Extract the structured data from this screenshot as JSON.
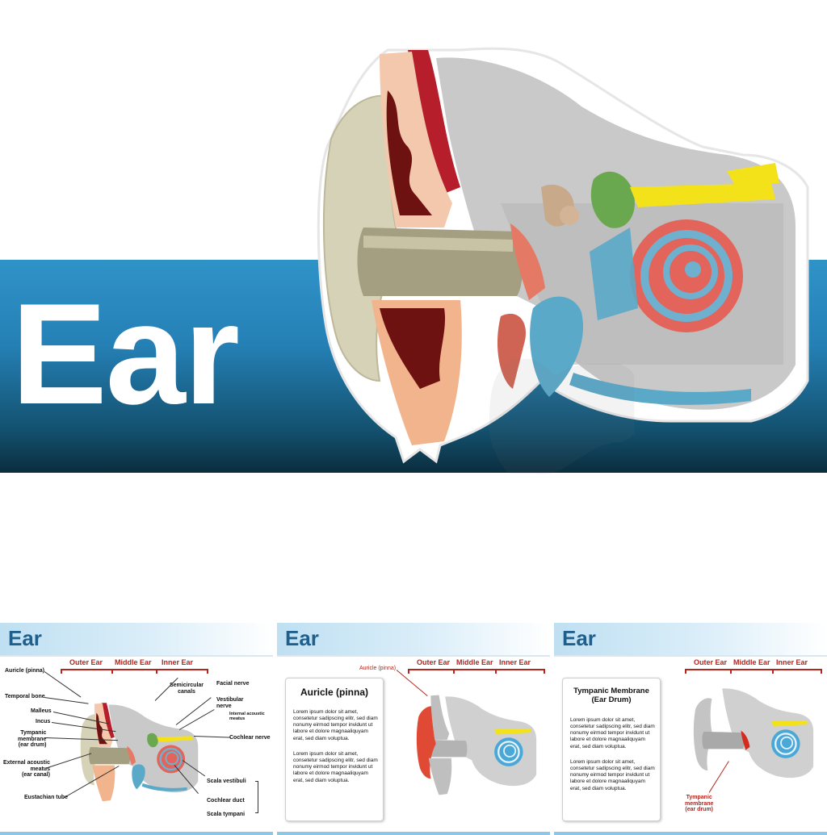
{
  "hero": {
    "title": "Ear"
  },
  "slides": [
    {
      "title": "Ear",
      "sections": [
        "Outer Ear",
        "Middle Ear",
        "Inner Ear"
      ],
      "labels": {
        "auricle": "Auricle (pinna)",
        "temporal_bone": "Temporal bone",
        "malleus": "Malleus",
        "incus": "Incus",
        "tympanic_1": "Tympanic",
        "tympanic_2": "membrane",
        "tympanic_3": "(ear drum)",
        "external_1": "External acoustic",
        "external_2": "meatus",
        "external_3": "(ear canal)",
        "eustachian": "Eustachian tube",
        "semicircular_1": "Semicircular",
        "semicircular_2": "canals",
        "facial": "Facial nerve",
        "vestibular_1": "Vestibular",
        "vestibular_2": "nerve",
        "internal_1": "Internal acoustic",
        "internal_2": "meatus",
        "cochlear_nerve": "Cochlear nerve",
        "scala_vestibuli": "Scala vestibuli",
        "cochlear_duct": "Cochlear duct",
        "scala_tympani": "Scala tympani"
      }
    },
    {
      "title": "Ear",
      "sections": [
        "Outer Ear",
        "Middle Ear",
        "Inner Ear"
      ],
      "callout": "Auricle (pinna)",
      "panel_title": "Auricle (pinna)",
      "paragraph_1": "Lorem ipsum dolor sit amet, consetetur sadipscing elitr, sed diam nonumy eirmod tempor invidunt ut labore et dolore magnaaliquyam erat, sed diam voluptua.",
      "paragraph_2": "Lorem ipsum dolor sit amet, consetetur sadipscing elitr, sed diam nonumy eirmod tempor invidunt ut labore et dolore magnaaliquyam erat, sed diam voluptua."
    },
    {
      "title": "Ear",
      "sections": [
        "Outer Ear",
        "Middle Ear",
        "Inner Ear"
      ],
      "panel_title_1": "Tympanic Membrane",
      "panel_title_2": "(Ear Drum)",
      "callout_1": "Tympanic",
      "callout_2": "membrane",
      "callout_3": "(ear drum)",
      "paragraph_1": "Lorem ipsum dolor sit amet, consetetur sadipscing elitr, sed diam nonumy eirmod tempor invidunt ut labore et dolore magnaaliquyam erat, sed diam voluptua.",
      "paragraph_2": "Lorem ipsum dolor sit amet, consetetur sadipscing elitr, sed diam nonumy eirmod tempor invidunt ut labore et dolore magnaaliquyam erat, sed diam voluptua."
    }
  ],
  "colors": {
    "banner_top": "#2f93c8",
    "banner_bottom": "#0b2d3e",
    "slide_title": "#1f5f8e",
    "section_red": "#b3261e",
    "bone_gray": "#c9c9c9",
    "skin": "#d6d2b8",
    "cochlea": "#e2645a",
    "canal_blue": "#5aa9c8",
    "nerve_yellow": "#f3e21a",
    "vestibule_green": "#6aa84f"
  }
}
